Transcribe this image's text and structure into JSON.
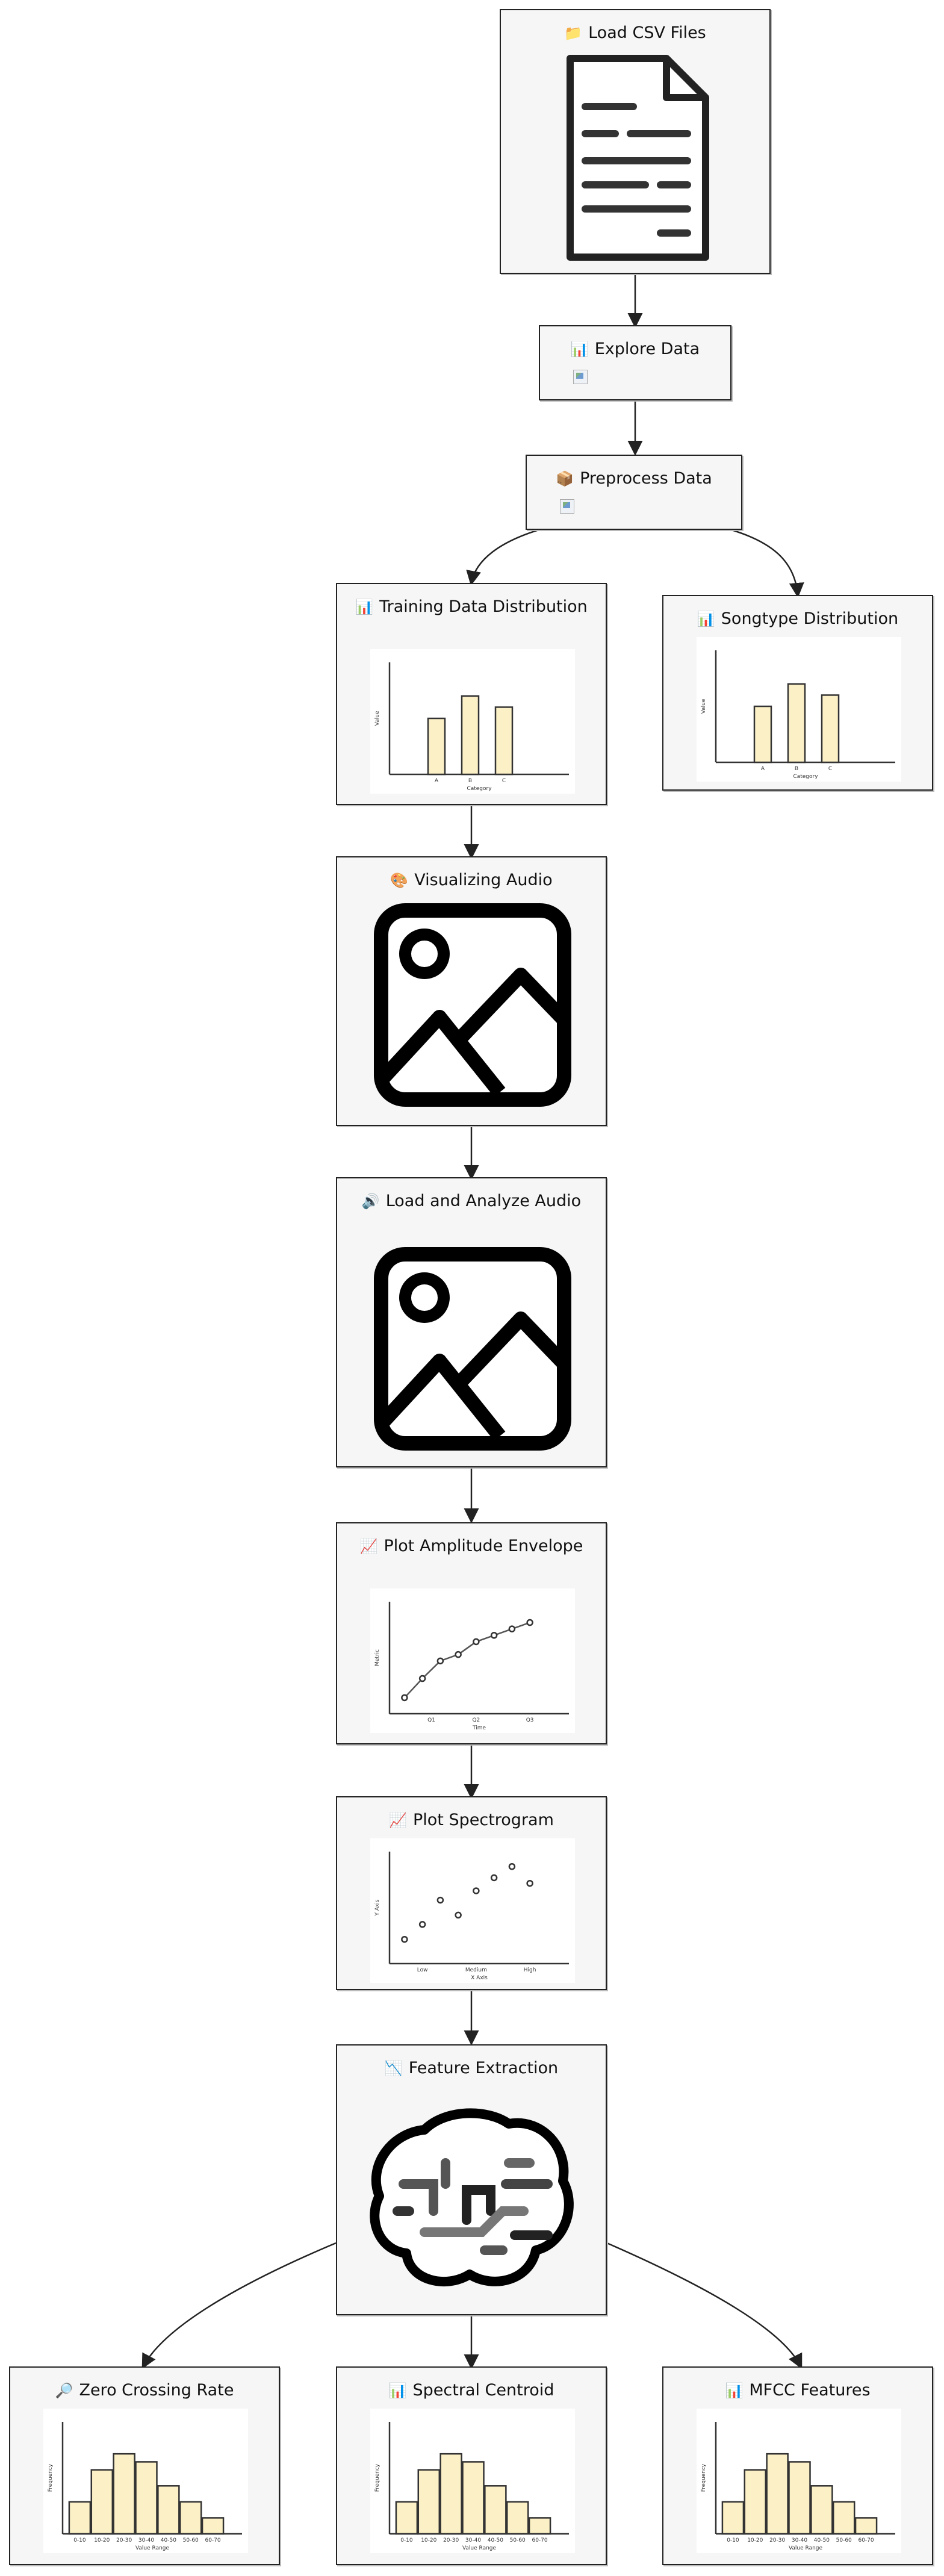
{
  "nodes": {
    "load_csv": {
      "emoji": "📁",
      "title": "Load CSV Files",
      "icon": "document-icon"
    },
    "explore": {
      "emoji": "📊",
      "title": "Explore Data",
      "icon": "broken-image-icon"
    },
    "preprocess": {
      "emoji": "📦",
      "title": "Preprocess Data",
      "icon": "broken-image-icon"
    },
    "training_dist": {
      "emoji": "📊",
      "title": "Training Data Distribution",
      "icon": "bar-chart"
    },
    "songtype_dist": {
      "emoji": "📊",
      "title": "Songtype Distribution",
      "icon": "bar-chart"
    },
    "visualizing": {
      "emoji": "🎨",
      "title": "Visualizing Audio",
      "icon": "image-icon"
    },
    "load_analyze": {
      "emoji": "🔊",
      "title": "Load and Analyze Audio",
      "icon": "image-icon"
    },
    "amplitude": {
      "emoji": "📈",
      "title": "Plot Amplitude Envelope",
      "icon": "line-chart"
    },
    "spectrogram": {
      "emoji": "📈",
      "title": "Plot Spectrogram",
      "icon": "scatter-chart"
    },
    "feature": {
      "emoji": "📉",
      "title": "Feature Extraction",
      "icon": "brain-icon"
    },
    "zcr": {
      "emoji": "🔎",
      "title": "Zero Crossing Rate",
      "icon": "histogram"
    },
    "centroid": {
      "emoji": "📊",
      "title": "Spectral Centroid",
      "icon": "histogram"
    },
    "mfcc": {
      "emoji": "📊",
      "title": "MFCC Features",
      "icon": "histogram"
    }
  },
  "chart_data": [
    {
      "type": "bar",
      "id": "training_dist",
      "categories": [
        "A",
        "B",
        "C"
      ],
      "values": [
        5,
        7,
        6
      ],
      "xlabel": "Category",
      "ylabel": "Value",
      "ylim": [
        0,
        10
      ]
    },
    {
      "type": "bar",
      "id": "songtype_dist",
      "categories": [
        "A",
        "B",
        "C"
      ],
      "values": [
        5,
        7,
        6
      ],
      "xlabel": "Category",
      "ylabel": "Value",
      "ylim": [
        0,
        10
      ]
    },
    {
      "type": "line",
      "id": "amplitude",
      "x": [
        1,
        2,
        3,
        4,
        5,
        6,
        7,
        8
      ],
      "values": [
        1,
        2.2,
        3.3,
        3.7,
        4.5,
        4.9,
        5.3,
        5.7
      ],
      "xticks": [
        {
          "x": 2.5,
          "label": "Q1"
        },
        {
          "x": 5,
          "label": "Q2"
        },
        {
          "x": 8,
          "label": "Q3"
        }
      ],
      "xlabel": "Time",
      "ylabel": "Metric",
      "ylim": [
        0,
        7
      ]
    },
    {
      "type": "scatter",
      "id": "spectrogram",
      "x": [
        1,
        2,
        3,
        4,
        5,
        6,
        7,
        8
      ],
      "values": [
        1.3,
        2.1,
        3.4,
        2.6,
        3.9,
        4.6,
        5.2,
        4.3
      ],
      "xticks": [
        {
          "x": 2,
          "label": "Low"
        },
        {
          "x": 5,
          "label": "Medium"
        },
        {
          "x": 8,
          "label": "High"
        }
      ],
      "xlabel": "X Axis",
      "ylabel": "Y Axis",
      "ylim": [
        0,
        6
      ]
    },
    {
      "type": "bar",
      "id": "zcr",
      "categories": [
        "0-10",
        "10-20",
        "20-30",
        "30-40",
        "40-50",
        "50-60",
        "60-70"
      ],
      "values": [
        2,
        4,
        5,
        4.5,
        3,
        2,
        1
      ],
      "xlabel": "Value Range",
      "ylabel": "Frequency",
      "ylim": [
        0,
        7
      ]
    },
    {
      "type": "bar",
      "id": "centroid",
      "categories": [
        "0-10",
        "10-20",
        "20-30",
        "30-40",
        "40-50",
        "50-60",
        "60-70"
      ],
      "values": [
        2,
        4,
        5,
        4.5,
        3,
        2,
        1
      ],
      "xlabel": "Value Range",
      "ylabel": "Frequency",
      "ylim": [
        0,
        7
      ]
    },
    {
      "type": "bar",
      "id": "mfcc",
      "categories": [
        "0-10",
        "10-20",
        "20-30",
        "30-40",
        "40-50",
        "50-60",
        "60-70"
      ],
      "values": [
        2,
        4,
        5,
        4.5,
        3,
        2,
        1
      ],
      "xlabel": "Value Range",
      "ylabel": "Frequency",
      "ylim": [
        0,
        7
      ]
    }
  ]
}
